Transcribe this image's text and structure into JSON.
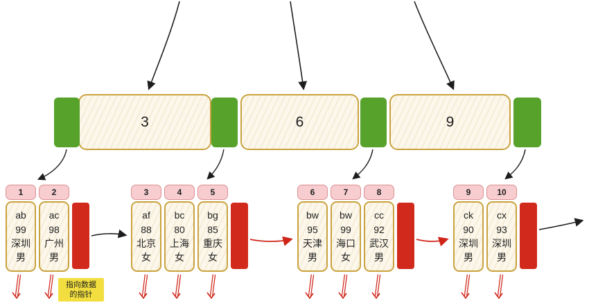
{
  "index_node": {
    "keys": [
      "3",
      "6",
      "9"
    ]
  },
  "leaves": [
    {
      "headers": [
        "1",
        "2"
      ],
      "cells": [
        [
          "ab",
          "99",
          "深圳",
          "男"
        ],
        [
          "ac",
          "98",
          "广州",
          "男"
        ]
      ]
    },
    {
      "headers": [
        "3",
        "4",
        "5"
      ],
      "cells": [
        [
          "af",
          "88",
          "北京",
          "女"
        ],
        [
          "bc",
          "80",
          "上海",
          "女"
        ],
        [
          "bg",
          "85",
          "重庆",
          "女"
        ]
      ]
    },
    {
      "headers": [
        "6",
        "7",
        "8"
      ],
      "cells": [
        [
          "bw",
          "95",
          "天津",
          "男"
        ],
        [
          "bw",
          "99",
          "海口",
          "女"
        ],
        [
          "cc",
          "92",
          "武汉",
          "男"
        ]
      ]
    },
    {
      "headers": [
        "9",
        "10"
      ],
      "cells": [
        [
          "ck",
          "90",
          "深圳",
          "男"
        ],
        [
          "cx",
          "93",
          "深圳",
          "男"
        ]
      ]
    }
  ],
  "note": {
    "line1": "指向数据",
    "line2": "的指针"
  },
  "colors": {
    "green": "#56a22a",
    "cream": "#fcf7ea",
    "tan_border": "#c9a23d",
    "pink": "#f7cdd0",
    "pink_border": "#dc8f93",
    "red": "#d1291b",
    "note_yellow": "#f2df3f",
    "arrow_black": "#1d1d1d",
    "arrow_red": "#cf2418"
  }
}
